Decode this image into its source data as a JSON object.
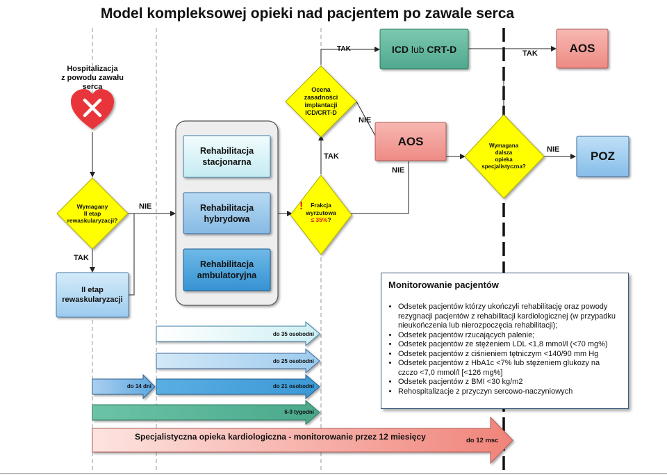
{
  "title": "Model kompleksowej opieki nad pacjentem po zawale serca",
  "colors": {
    "diamond": "#ffff00",
    "aos_red": "#f29b94",
    "icd_green": "#5fb59c",
    "poz_blue": "#9ccbee",
    "rehab_light": "#d8f3f7",
    "rehab_mid": "#9cc8ea",
    "rehab_dark": "#4ba3db",
    "heart": "#e8353a"
  },
  "nodes": {
    "hospitalization": "Hospitalizacja\nz powodu zawału\nserca",
    "heart_icon": "broken-heart-icon",
    "revasc_question": "Wymagany\nII etap\nrewaskularyzacji?",
    "revasc_stage": "II etap\nrewaskularyzacji",
    "rehab_stationary": "Rehabilitacja\nstacjonarna",
    "rehab_hybrid": "Rehabilitacja\nhybrydowa",
    "rehab_ambulatory": "Rehabilitacja\nambulatoryjna",
    "ef_question_line1": "Frakcja",
    "ef_question_line2": "wyrzutowa",
    "ef_question_line3": "≤ 35%",
    "ef_question_suffix": "?",
    "icd_question": "Ocena\nzasadności\nimplantacji\nICD/CRT-D",
    "icd_box_a": "ICD",
    "icd_box_b": " lub ",
    "icd_box_c": "CRT-D",
    "aos_middle": "AOS",
    "aos_top": "AOS",
    "specialist_question": "Wymagana\ndalsza\nopieka\nspecjalistyczna?",
    "poz": "POZ"
  },
  "edge_labels": {
    "revasc_tak": "TAK",
    "revasc_nie": "NIE",
    "ef_tak": "TAK",
    "icd_tak": "TAK",
    "icd_nie": "NIE",
    "aos_nie": "NIE",
    "icdbox_tak": "TAK",
    "specialist_nie": "NIE"
  },
  "bars": [
    {
      "label": "do 35 osobodni",
      "color": "#e8fafb"
    },
    {
      "label": "do 25 osobodni",
      "color": "#a9d3ee"
    },
    {
      "label": "do 14 dni",
      "color": "#6aaee0"
    },
    {
      "label": "do 21 osobodni",
      "color": "#4aa2da"
    },
    {
      "label": "6-9 tygodni",
      "color": "#57b79a"
    }
  ],
  "big_arrow": {
    "label": "Specjalistyczna opieka kardiologiczna - monitorowanie przez 12 miesięcy",
    "end_label": "do 12 msc"
  },
  "monitoring": {
    "title": "Monitorowanie pacjentów",
    "items": [
      "Odsetek pacjentów którzy ukończyli rehabilitację oraz powody rezygnacji pacjentów z rehabilitacji kardiologicznej (w przypadku nieukończenia lub nierozpoczęcia rehabilitacji);",
      "Odsetek pacjentów rzucających palenie;",
      "Odsetek pacjentów ze stężeniem LDL <1,8 mmol/l (<70 mg%)",
      "Odsetek pacjentów z ciśnieniem tętniczym <140/90 mm Hg",
      "Odsetek pacjentów z HbA1c <7% lub stężeniem glukozy na czczo <7,0 mmol/l [<126 mg%]",
      "Odsetek pacjentów z BMI <30 kg/m2",
      "Rehospitalizacje z przyczyn sercowo-naczyniowych"
    ]
  }
}
